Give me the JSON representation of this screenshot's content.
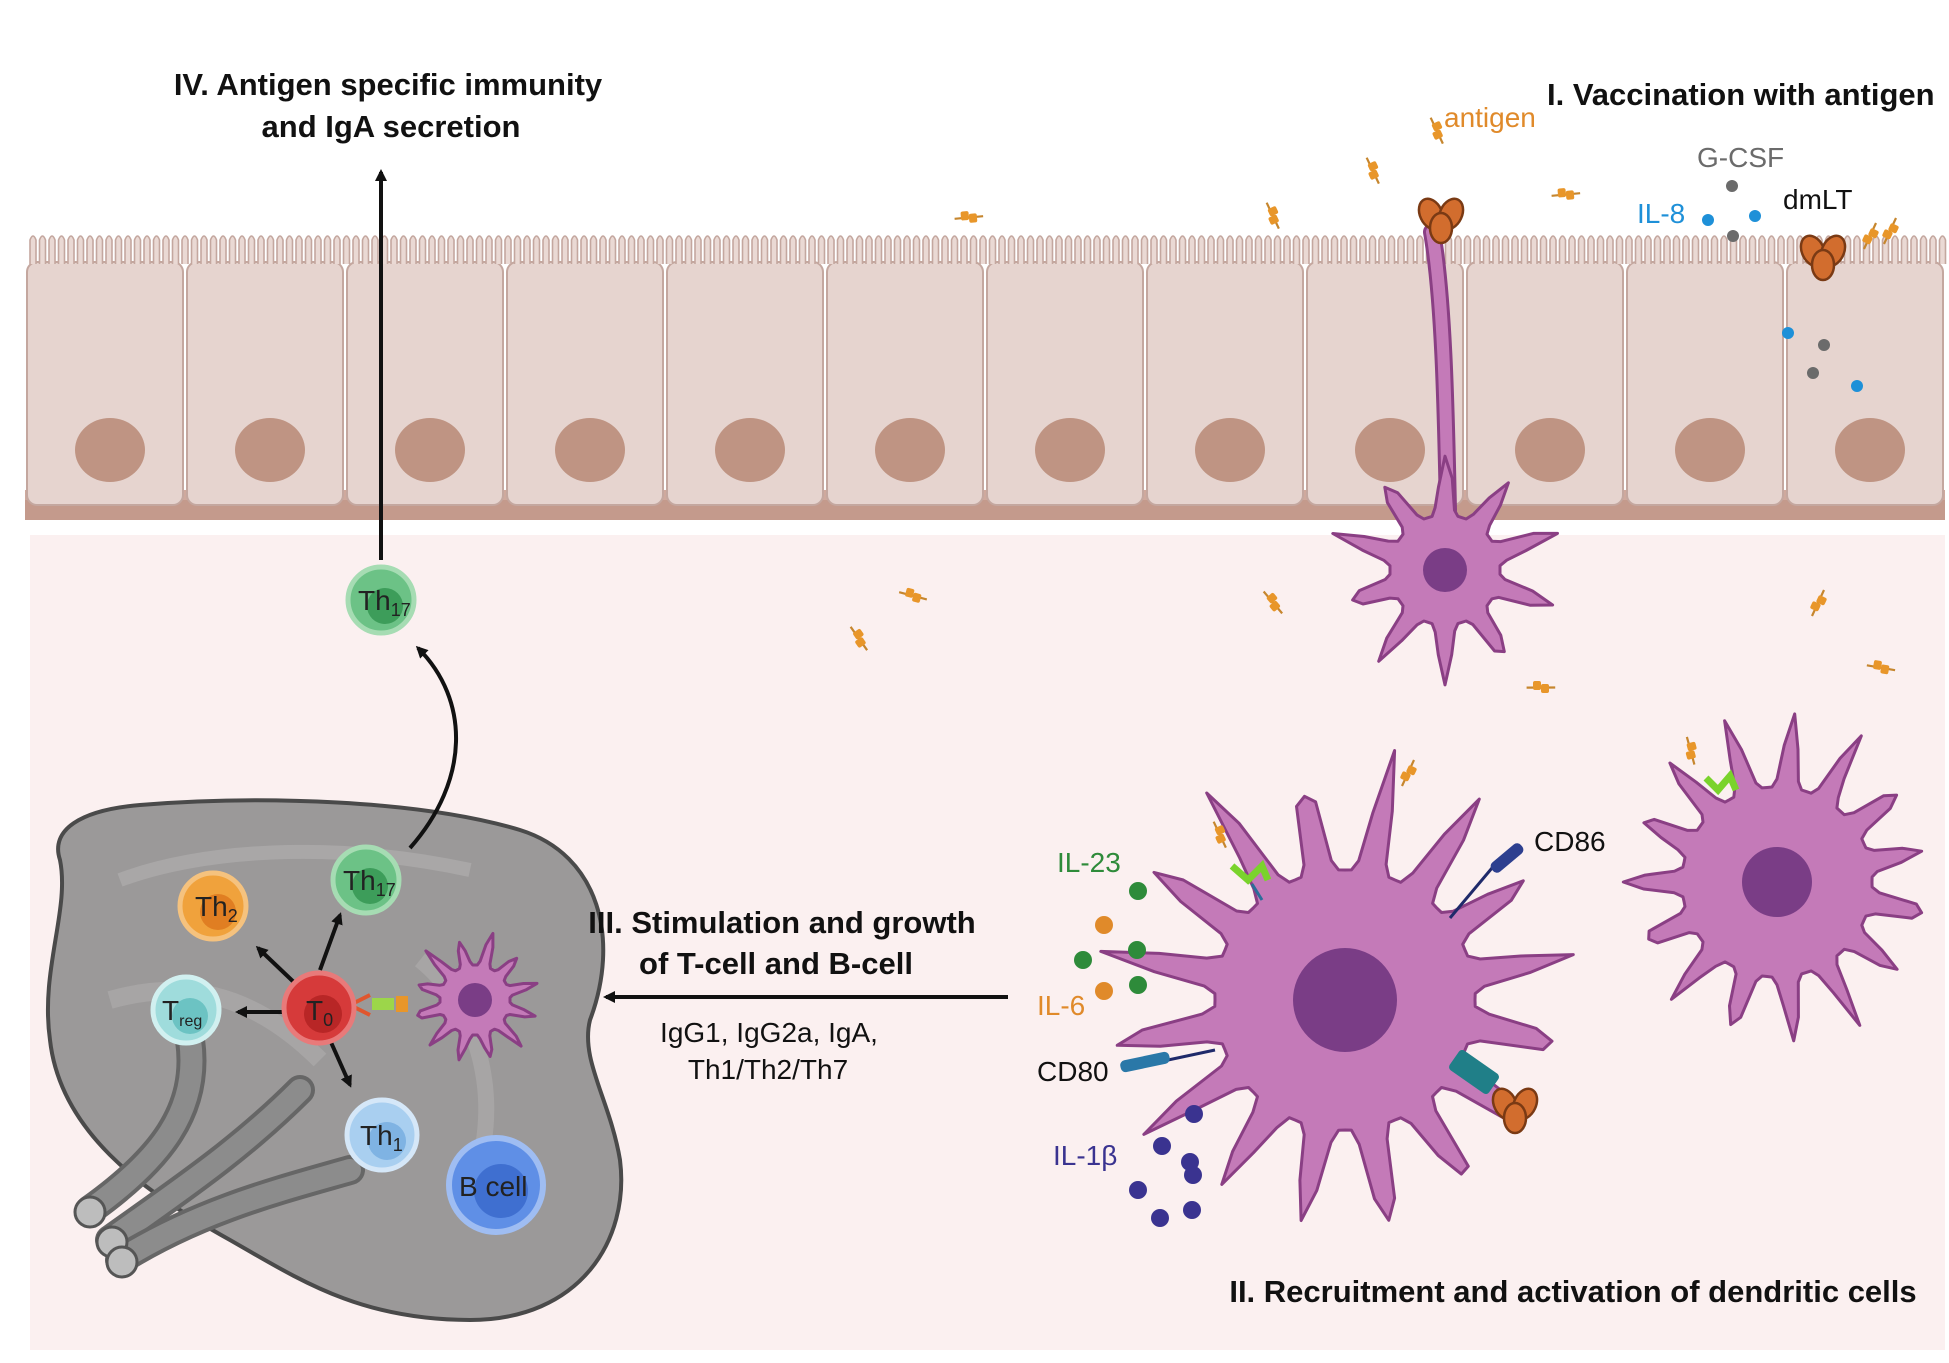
{
  "titles": {
    "step_iv_line1": "IV. Antigen specific immunity",
    "step_iv_line2": "and IgA secretion",
    "step_i": "I. Vaccination with antigen",
    "step_iii_line1": "III. Stimulation and growth",
    "step_iii_line2": "of T-cell and B-cell",
    "step_ii": "II. Recruitment and activation of dendritic cells"
  },
  "outcomes": {
    "line1": "IgG1, IgG2a, IgA,",
    "line2": "Th1/Th2/Th7"
  },
  "labels": {
    "antigen": "antigen",
    "gcsf": "G-CSF",
    "il8": "IL-8",
    "dmlt": "dmLT",
    "il23": "IL-23",
    "il6": "IL-6",
    "cd86": "CD86",
    "cd80": "CD80",
    "il1b": "IL-1β"
  },
  "cells": {
    "th17_base": "Th",
    "th17_sub": "17",
    "th2_base": "Th",
    "th2_sub": "2",
    "treg_base": "T",
    "treg_sub": "reg",
    "t0_base": "T",
    "t0_sub": "0",
    "th1_base": "Th",
    "th1_sub": "1",
    "bcell": "B cell"
  },
  "colors": {
    "antigen": "#e08a2a",
    "il8": "#1e90d8",
    "gcsf": "#6b6b6b",
    "il23": "#2e8b3a",
    "il6": "#e08a2a",
    "il1b": "#3a3390",
    "dendritic_cell": "#c47ab8",
    "dendritic_nucleus": "#7a3d86",
    "epithelium": "#e6d4cf",
    "epithelium_nucleus": "#bf9483",
    "tissue": "#fbf0f0",
    "lymph_node": "#9a9898",
    "th17": "#6cc286",
    "th2": "#f0a23c",
    "treg": "#9fdcdc",
    "t0": "#d63a3a",
    "th1": "#a9cff0",
    "bcell": "#5f8fe6"
  }
}
